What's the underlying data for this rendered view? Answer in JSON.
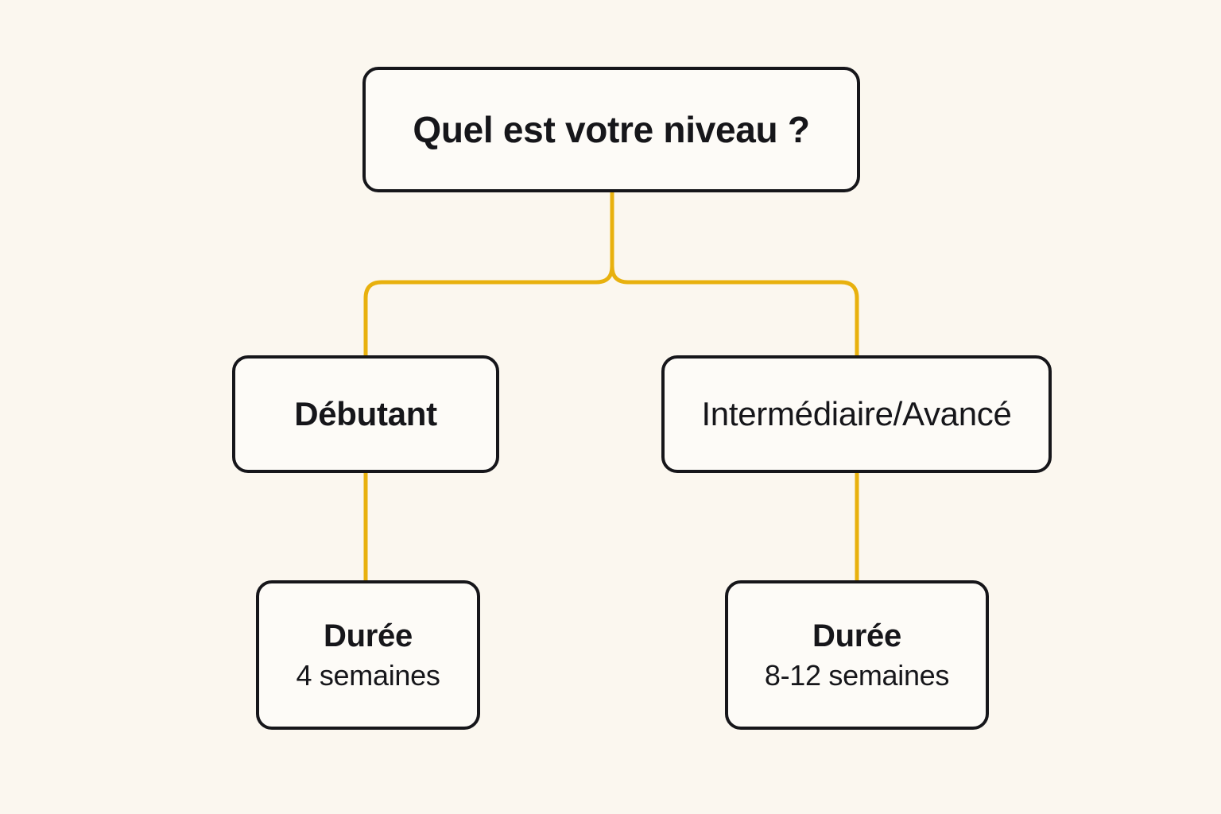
{
  "diagram": {
    "type": "decision-tree-flowchart",
    "language": "fr",
    "colors": {
      "background": "#FBF7EF",
      "node_fill": "#FDFBF7",
      "node_border": "#16161A",
      "connector": "#E8B10E",
      "text": "#16161A"
    },
    "root": {
      "label": "Quel est votre niveau ?"
    },
    "branches": [
      {
        "label": "Débutant",
        "leaf": {
          "title": "Durée",
          "value": "4 semaines"
        }
      },
      {
        "label": "Intermédiaire/Avancé",
        "leaf": {
          "title": "Durée",
          "value": "8-12 semaines"
        }
      }
    ]
  }
}
